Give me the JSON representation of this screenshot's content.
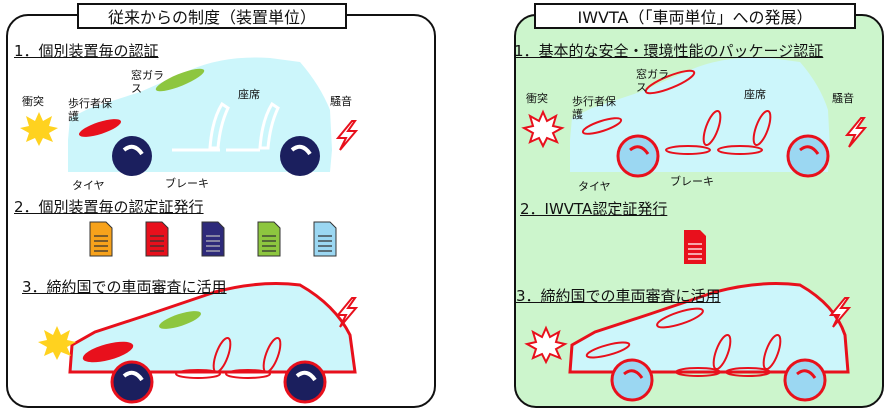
{
  "left": {
    "title": "従来からの制度（装置単位）",
    "step1": "1．個別装置毎の認証",
    "step2": "2．個別装置毎の認定証発行",
    "step3": "3．締約国での車両審査に活用",
    "labels": {
      "collision": "衝突",
      "pedestrian_line1": "歩行者保",
      "pedestrian_line2": "護",
      "window_line1": "窓ガラ",
      "window_line2": "ス",
      "seat": "座席",
      "noise": "騒音",
      "tire": "タイヤ",
      "brake": "ブレーキ"
    }
  },
  "right": {
    "title": "IWVTA（「車両単位」への発展）",
    "step1": "1．基本的な安全・環境性能のパッケージ認証",
    "step2": "2．IWVTA認定証発行",
    "step3": "3．締約国での車両審査に活用",
    "labels": {
      "collision": "衝突",
      "pedestrian_line1": "歩行者保",
      "pedestrian_line2": "護",
      "window_line1": "窓ガラ",
      "window_line2": "ス",
      "seat": "座席",
      "noise": "騒音",
      "tire": "タイヤ",
      "brake": "ブレーキ"
    }
  },
  "colors": {
    "car_body": "#ccf6fb",
    "red": "#e8101c",
    "green_panel": "#ccf5cc",
    "window_green": "#8dc63f",
    "tire_navy": "#1b1f5e",
    "burst_yellow": "#ffd21f",
    "doc_colors": [
      "#f7a21b",
      "#e8101c",
      "#2e2a7a",
      "#8dc63f",
      "#9bd7f2"
    ]
  }
}
